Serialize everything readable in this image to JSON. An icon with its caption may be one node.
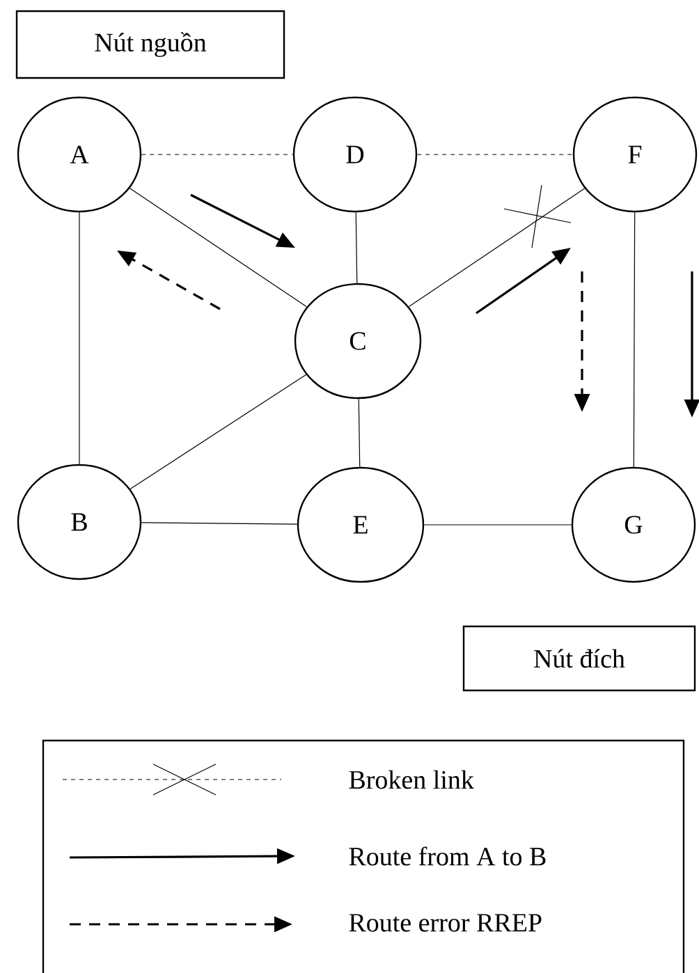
{
  "diagram": {
    "nodes": [
      {
        "text": [
          "Nút nguồn"
        ]
      },
      {
        "text": [
          "A"
        ]
      },
      {
        "text": [
          "D"
        ]
      },
      {
        "text": [
          "F"
        ]
      },
      {
        "text": [
          "C"
        ]
      },
      {
        "text": [
          "B"
        ]
      },
      {
        "text": [
          "E"
        ]
      },
      {
        "text": [
          "G"
        ]
      },
      {
        "text": [
          "Nút đích"
        ]
      }
    ],
    "edges": [
      {
        "from": 1,
        "to": 2,
        "arrow": "none",
        "style": "dashed"
      },
      {
        "from": 2,
        "to": 3,
        "arrow": "none",
        "style": "dashed"
      },
      {
        "from": 1,
        "to": 4,
        "arrow": "none"
      },
      {
        "from": 2,
        "to": 4,
        "arrow": "none"
      },
      {
        "from": 4,
        "to": 3,
        "arrow": "none"
      },
      {
        "from": 1,
        "to": 5,
        "arrow": "none"
      },
      {
        "from": 5,
        "to": 4,
        "arrow": "none"
      },
      {
        "from": 4,
        "to": 6,
        "arrow": "none"
      },
      {
        "from": 5,
        "to": 6,
        "arrow": "none"
      },
      {
        "from": 6,
        "to": 7,
        "arrow": "none"
      },
      {
        "from": 3,
        "to": 7,
        "arrow": "none"
      }
    ],
    "legend": [
      {
        "text": "Broken link"
      },
      {
        "text": "Route from A to B"
      },
      {
        "text": "Route error RREP"
      }
    ]
  }
}
